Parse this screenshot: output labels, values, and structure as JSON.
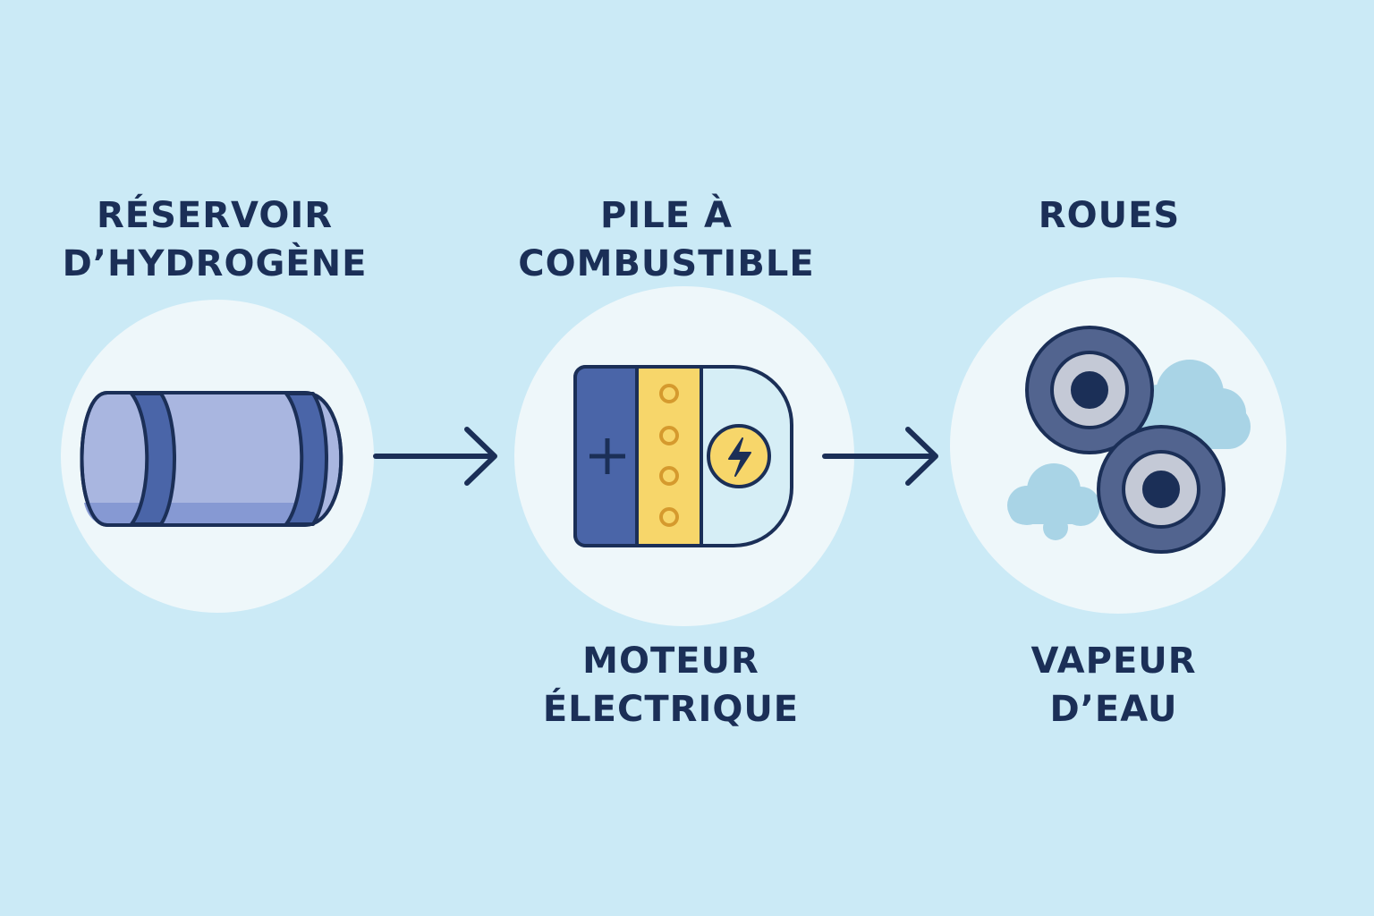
{
  "nodes": {
    "tank": {
      "label": "RÉSERVOIR\nD’HYDROGÈNE",
      "icon": "hydrogen-tank-icon"
    },
    "cell": {
      "label": "PILE À\nCOMBUSTIBLE",
      "icon": "fuel-cell-icon"
    },
    "wheels": {
      "label": "ROUES",
      "icon": "wheels-icon"
    },
    "motor": {
      "label": "MOTEUR\nÉLECTRIQUE"
    },
    "vapor": {
      "label": "VAPEUR\nD’EAU",
      "icon": "cloud-icon"
    }
  },
  "edges": [
    {
      "from": "tank",
      "to": "cell"
    },
    {
      "from": "cell",
      "to": "wheels"
    }
  ],
  "colors": {
    "background": "#cbeaf6",
    "circle": "#eef7fa",
    "navy": "#1b2f57",
    "blue": "#4a65a8",
    "light_blue": "#a9b6e0",
    "yellow": "#f7d66a",
    "gold": "#e0a83a",
    "cloud": "#a9d4e6"
  }
}
